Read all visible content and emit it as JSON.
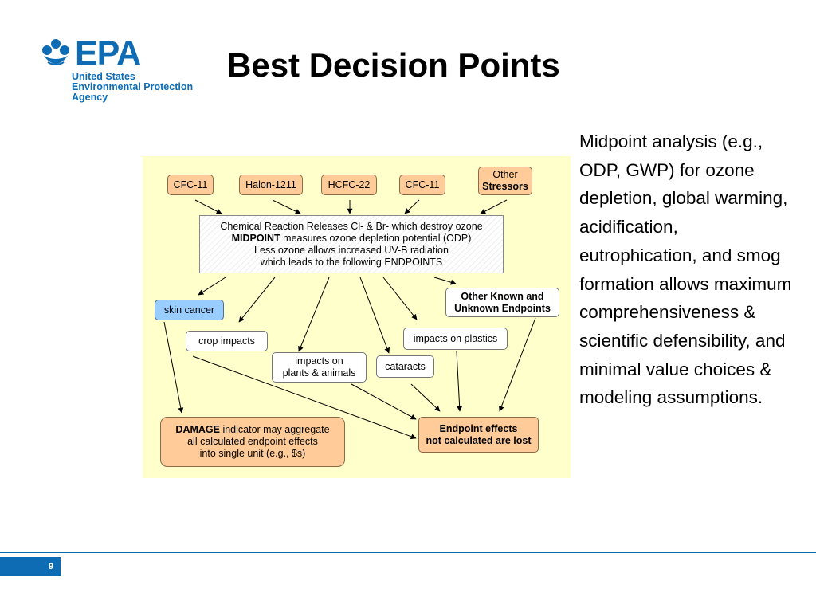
{
  "logo": {
    "abbr": "EPA",
    "lines": [
      "United States",
      "Environmental Protection",
      "Agency"
    ],
    "color": "#0e6cb4"
  },
  "title": "Best Decision Points",
  "diagram": {
    "stressors": [
      "CFC-11",
      "Halon-1211",
      "HCFC-22",
      "CFC-11"
    ],
    "other_stressors": [
      "Other",
      "Stressors"
    ],
    "midpoint": {
      "line1": "Chemical Reaction Releases Cl- & Br- which destroy ozone",
      "line2_bold": "MIDPOINT",
      "line2_rest": " measures ozone depletion potential (ODP)",
      "line3": "Less ozone allows increased UV-B radiation",
      "line4": "which leads to the following ENDPOINTS"
    },
    "other_endpoints": [
      "Other Known and",
      "Unknown Endpoints"
    ],
    "endpoints": {
      "skin_cancer": "skin cancer",
      "crop_impacts": "crop impacts",
      "plants_animals": [
        "impacts on",
        "plants & animals"
      ],
      "cataracts": "cataracts",
      "plastics": "impacts on plastics"
    },
    "damage": {
      "bold": "DAMAGE",
      "rest": " indicator may aggregate",
      "line2": "all calculated endpoint effects",
      "line3": "into single unit (e.g., $s)"
    },
    "lost": [
      "Endpoint effects",
      "not calculated are lost"
    ],
    "colors": {
      "panel": "#ffffcc",
      "stressor": "#ffcc99",
      "skin_cancer": "#99ccff"
    }
  },
  "sidebar_text": "Midpoint analysis (e.g., ODP, GWP) for ozone depletion, global warming, acidification, eutrophication, and smog formation allows maximum comprehensiveness & scientific defensibility, and minimal value choices & modeling assumptions.",
  "page_number": "9"
}
